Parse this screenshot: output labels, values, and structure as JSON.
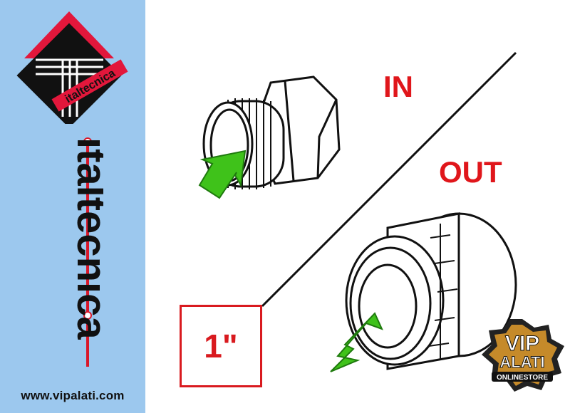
{
  "brand": {
    "logo_word": "italtecnica",
    "vertical_word": "italtecnica",
    "website": "www.vipalati.com"
  },
  "diagram": {
    "inlet_label": "IN",
    "outlet_label": "OUT",
    "connection_size": "1\""
  },
  "badge": {
    "line1": "VIP",
    "line2": "ALATI",
    "line3": "ONLINESTORE"
  },
  "colors": {
    "sidebar": "#9cc8ee",
    "label_red": "#e0161b",
    "arrow_green": "#3fc21a",
    "logo_red": "#e2173b"
  }
}
